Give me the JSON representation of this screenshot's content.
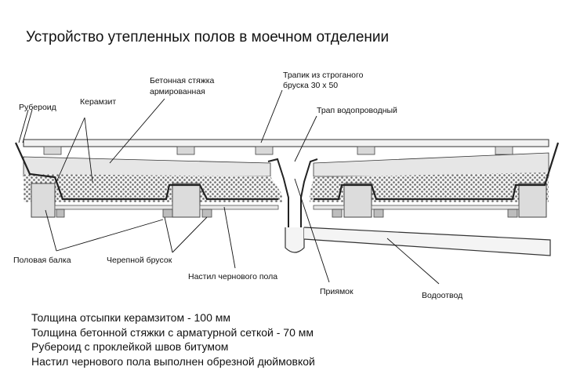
{
  "title": "Устройство утепленных полов в моечном  отделении",
  "labels": {
    "ruberoid": "Рубероид",
    "keramzit": "Керамзит",
    "screed_line1": "Бетонная стяжка",
    "screed_line2": "армированная",
    "walkway_line1": "Трапик из строганого",
    "walkway_line2": "бруска 30 х 50",
    "drain_trap": "Трап водопроводный",
    "floor_beam": "Половая балка",
    "cranial_bar": "Черепной брусок",
    "subfloor": "Настил чернового пола",
    "pit": "Приямок",
    "outlet": "Водоотвод"
  },
  "notes": [
    "Толщина отсыпки керамзитом - 100 мм",
    "Толщина бетонной стяжки с арматурной сеткой - 70 мм",
    "Рубероид с проклейкой  швов битумом",
    "Настил чернового пола выполнен обрезной дюймовкой"
  ]
}
